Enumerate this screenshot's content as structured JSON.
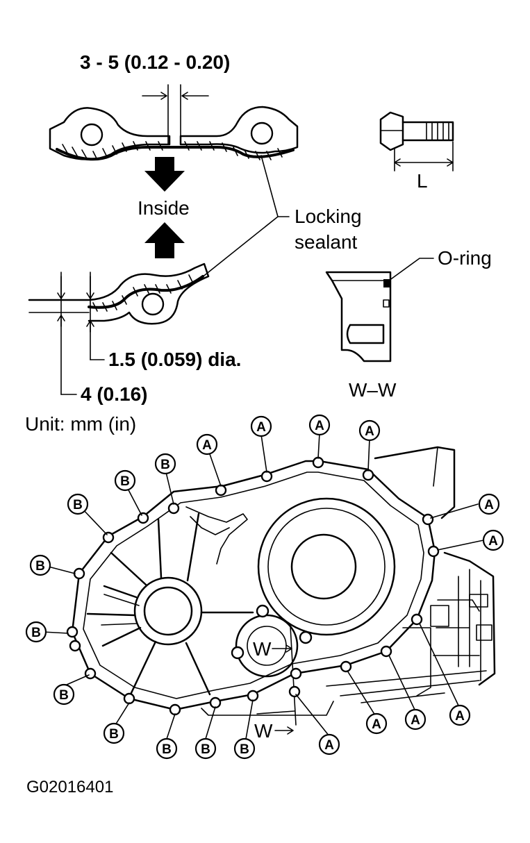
{
  "labels": {
    "gap_dimension": "3 - 5 (0.12 - 0.20)",
    "inside": "Inside",
    "locking_sealant_line1": "Locking",
    "locking_sealant_line2": "sealant",
    "bolt_length": "L",
    "o_ring": "O-ring",
    "bead_diameter": "1.5 (0.059) dia.",
    "offset_dimension": "4 (0.16)",
    "section_name": "W–W",
    "unit": "Unit: mm (in)",
    "section_marker_upper": "W",
    "section_marker_lower": "W",
    "figure_code": "G02016401"
  },
  "bolt_callouts": {
    "A": "A",
    "B": "B"
  }
}
